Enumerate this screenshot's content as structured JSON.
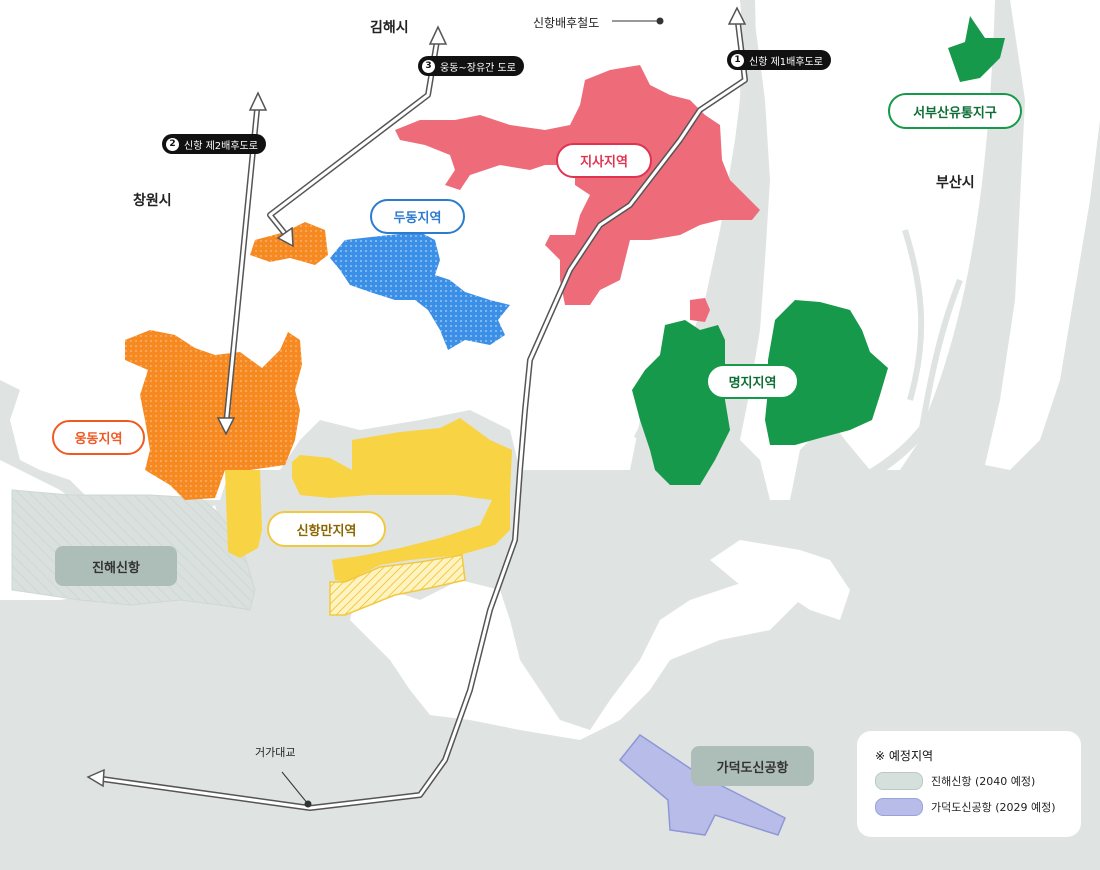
{
  "cities": {
    "gimhae": "김해시",
    "changwon": "창원시",
    "busan": "부산시"
  },
  "areas": {
    "jisa": "지사지역",
    "dudong": "두동지역",
    "ungdong": "웅동지역",
    "sinhangman": "신항만지역",
    "myeongji": "명지지역",
    "seobusan": "서부산유통지구"
  },
  "planned": {
    "jinhae_new_port": "진해신항",
    "gadeok_airport": "가덕도신공항"
  },
  "roads": {
    "rail_label": "신항배후철도",
    "road1": {
      "num": "1",
      "label": "신항 제1배후도로"
    },
    "road2": {
      "num": "2",
      "label": "신항 제2배후도로"
    },
    "road3": {
      "num": "3",
      "label": "웅동~장유간 도로"
    },
    "bridge": "거가대교"
  },
  "legend": {
    "title": "※ 예정지역",
    "items": [
      {
        "label": "진해신항 (2040 예정)",
        "color": "#d5e0dd"
      },
      {
        "label": "가덕도신공항 (2029 예정)",
        "color": "#b7bde8"
      }
    ]
  },
  "colors": {
    "sea": "#dfe3e2",
    "land": "#ffffff",
    "jisa": "#ee6b7a",
    "dudong": "#3b8fe6",
    "ungdong": "#f68a20",
    "sinhangman": "#f8d343",
    "myeongji": "#16994a",
    "airport": "#b7bde8"
  }
}
